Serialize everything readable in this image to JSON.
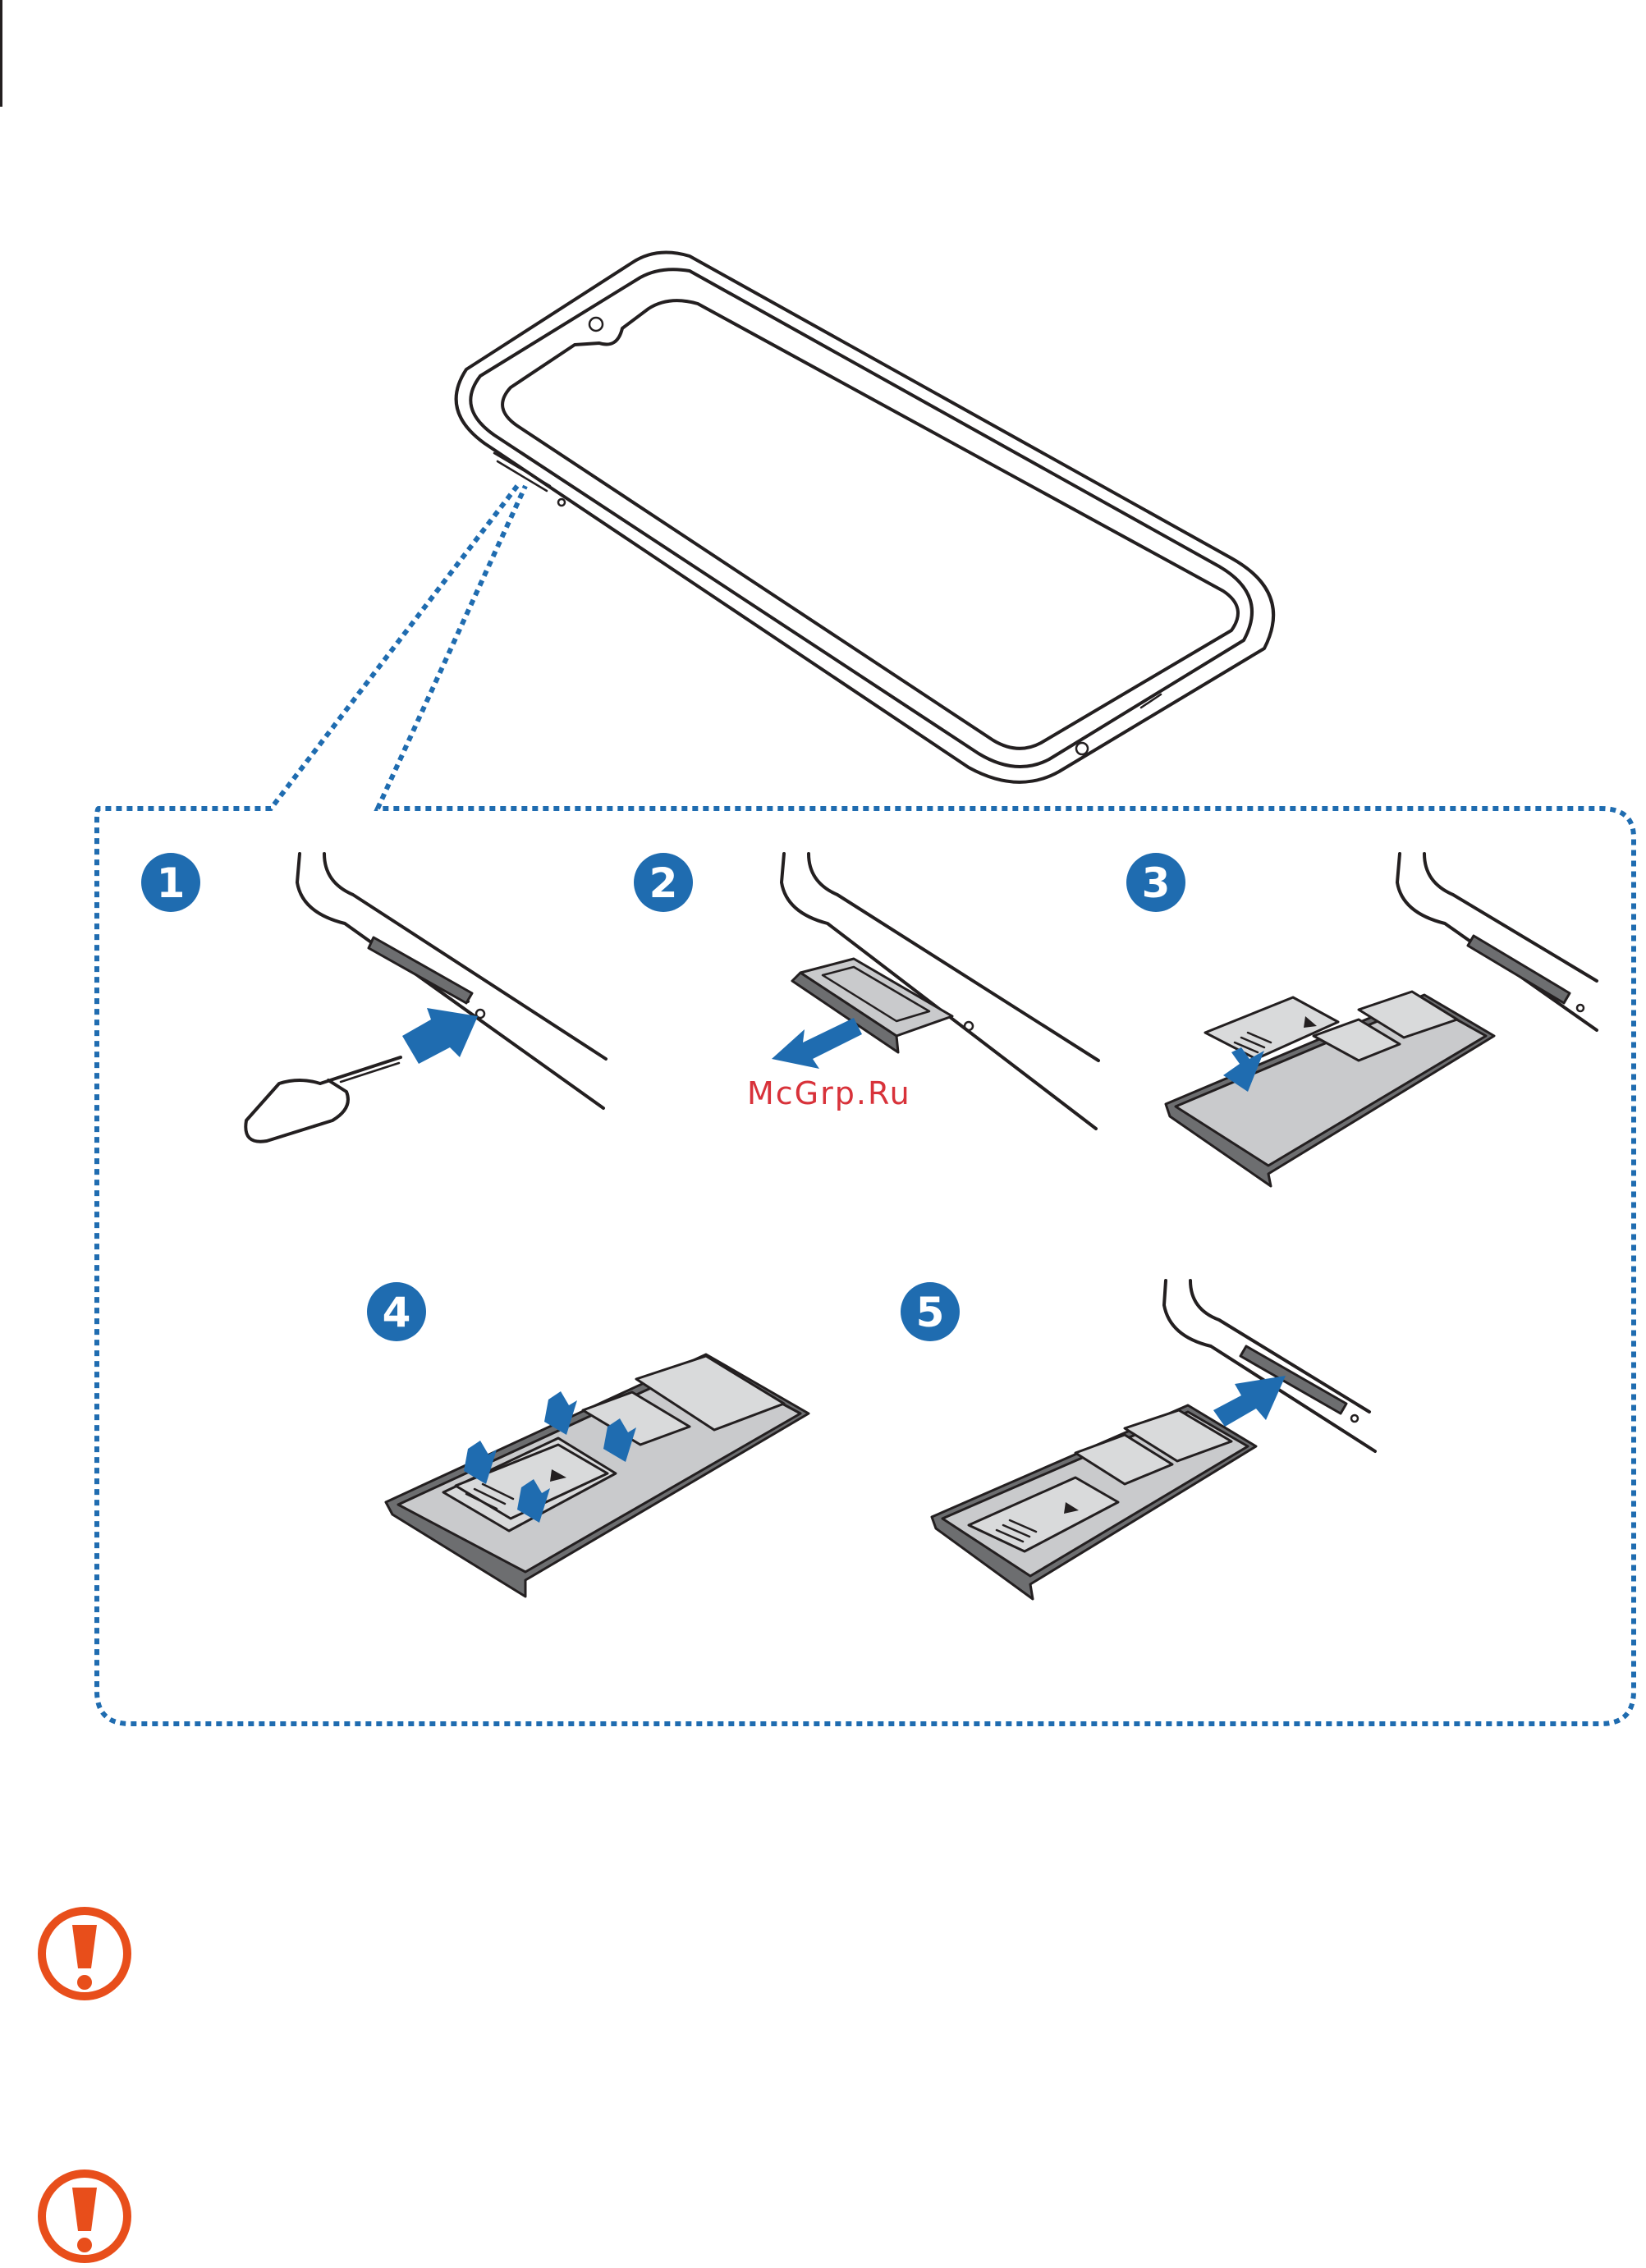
{
  "watermark": "McGrp.Ru",
  "steps": [
    {
      "number": "1"
    },
    {
      "number": "2"
    },
    {
      "number": "3"
    },
    {
      "number": "4"
    },
    {
      "number": "5"
    }
  ],
  "icons": {
    "caution": "caution-exclamation-icon",
    "accent_color": "#e84e1b",
    "step_color": "#1f6cb0"
  }
}
